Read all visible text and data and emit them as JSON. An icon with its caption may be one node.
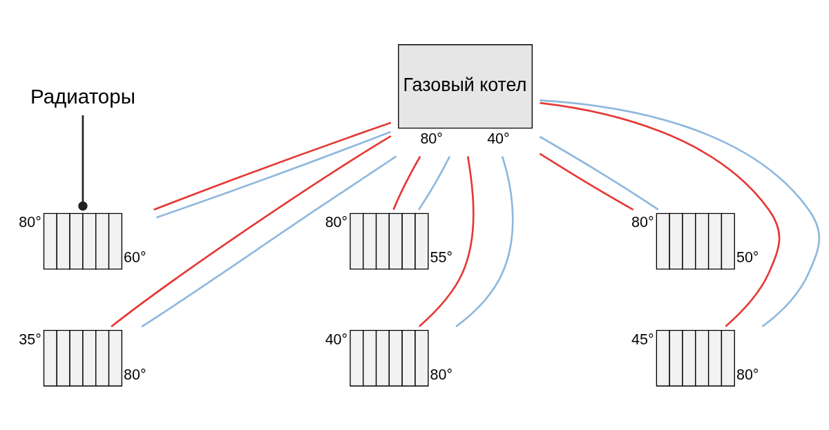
{
  "diagram": {
    "nodes": [
      {
        "text": [
          "Газовый котел"
        ],
        "beside": [
          "80°",
          "40°"
        ]
      },
      {
        "text": [
          "Радиаторы"
        ]
      },
      {
        "text": [],
        "shape": "picture",
        "beside": [
          "80°",
          "60°"
        ]
      },
      {
        "text": [],
        "shape": "picture",
        "beside": [
          "80°",
          "55°"
        ]
      },
      {
        "text": [],
        "shape": "picture",
        "beside": [
          "80°",
          "50°"
        ]
      },
      {
        "text": [],
        "shape": "picture",
        "beside": [
          "35°",
          "80°"
        ]
      },
      {
        "text": [],
        "shape": "picture",
        "beside": [
          "40°",
          "80°"
        ]
      },
      {
        "text": [],
        "shape": "picture",
        "beside": [
          "45°",
          "80°"
        ]
      }
    ],
    "edges": [
      {
        "from": 1,
        "to": 2,
        "arrow": "other",
        "color": "#222222"
      },
      {
        "from": 0,
        "to": 2,
        "arrow": "none",
        "color": "#e53935"
      },
      {
        "from": 0,
        "to": 3,
        "arrow": "none",
        "color": "#e53935"
      },
      {
        "from": 0,
        "to": 4,
        "arrow": "none",
        "color": "#e53935"
      },
      {
        "from": 0,
        "to": 5,
        "arrow": "none",
        "color": "#e53935"
      },
      {
        "from": 0,
        "to": 6,
        "arrow": "none",
        "color": "#e53935"
      },
      {
        "from": 0,
        "to": 7,
        "arrow": "none",
        "color": "#e53935"
      },
      {
        "from": 2,
        "to": 0,
        "arrow": "none",
        "color": "#8fb8de"
      },
      {
        "from": 3,
        "to": 0,
        "arrow": "none",
        "color": "#8fb8de"
      },
      {
        "from": 4,
        "to": 0,
        "arrow": "none",
        "color": "#8fb8de"
      },
      {
        "from": 5,
        "to": 0,
        "arrow": "none",
        "color": "#8fb8de"
      },
      {
        "from": 6,
        "to": 0,
        "arrow": "none",
        "color": "#8fb8de"
      },
      {
        "from": 7,
        "to": 0,
        "arrow": "none",
        "color": "#8fb8de"
      }
    ]
  }
}
